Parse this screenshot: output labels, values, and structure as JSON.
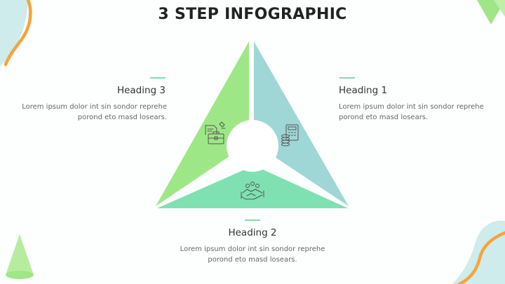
{
  "title": "3 STEP INFOGRAPHIC",
  "steps": [
    {
      "heading": "Heading 1",
      "body": "Lorem ipsum dolor int sin sondor reprehe porond eto masd losears.",
      "icon": "calculator-coins-icon"
    },
    {
      "heading": "Heading 2",
      "body": "Lorem ipsum dolor int sin sondor reprehe porond eto masd losears.",
      "icon": "handshake-icon"
    },
    {
      "heading": "Heading 3",
      "body": "Lorem ipsum dolor int sin sondor reprehe porond eto masd losears.",
      "icon": "briefcase-document-icon"
    }
  ],
  "colors": {
    "segment_right": "#9fd7d6",
    "segment_bottom": "#7fe1b2",
    "segment_left": "#9ee786",
    "accent_line": "#7fdcae",
    "decor_orange": "#f7a33a",
    "decor_teal": "#cdeceb",
    "decor_green": "#9ee786"
  }
}
